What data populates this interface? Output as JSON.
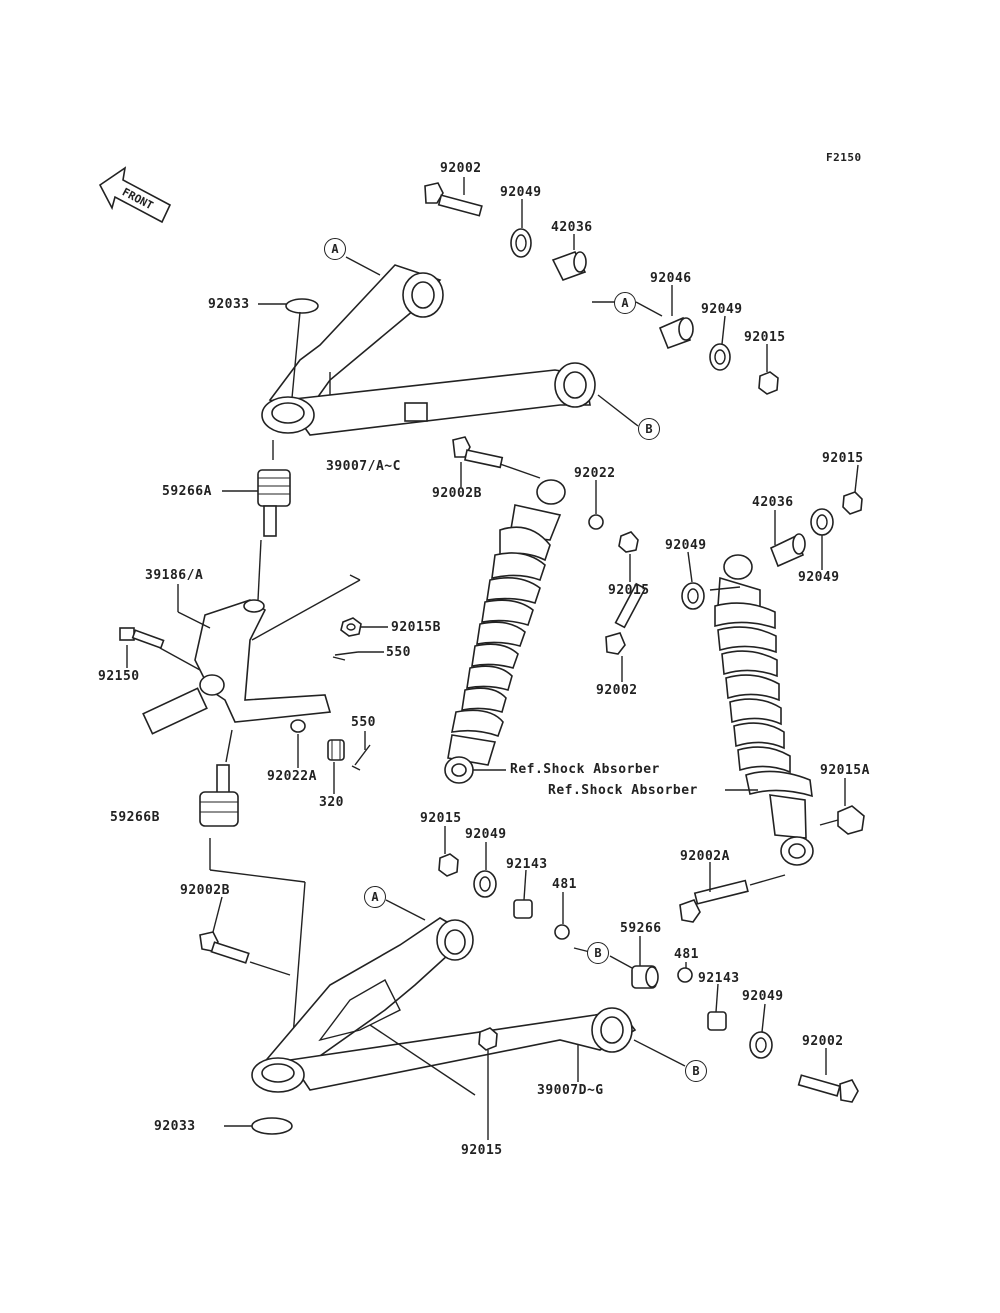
{
  "figure_code": "F2150",
  "front_arrow": {
    "text": "FRONT"
  },
  "circle_markers": [
    {
      "id": "A"
    },
    {
      "id": "A"
    },
    {
      "id": "B"
    },
    {
      "id": "A"
    },
    {
      "id": "B"
    },
    {
      "id": "B"
    }
  ],
  "labels": {
    "l92002_top": "92002",
    "l92049_top": "92049",
    "l42036_top": "42036",
    "l92046": "92046",
    "l92049_mid": "92049",
    "l92015_top": "92015",
    "l92033_top": "92033",
    "l39007_top": "39007/A~C",
    "l59266A": "59266A",
    "l92002B_mid": "92002B",
    "l92022": "92022",
    "l92015_right": "92015",
    "l42036_right": "42036",
    "l92049_shock2a": "92049",
    "l92049_shock2b": "92049",
    "l92015_shock1": "92015",
    "l39186": "39186/A",
    "l92015B": "92015B",
    "l550_a": "550",
    "l92150": "92150",
    "l92002_mid": "92002",
    "l550_b": "550",
    "l92022A": "92022A",
    "l320": "320",
    "l_ref_shock_1": "Ref.Shock Absorber",
    "l_ref_shock_2": "Ref.Shock Absorber",
    "l92015A": "92015A",
    "l59266B": "59266B",
    "l92015_low": "92015",
    "l92049_low": "92049",
    "l92143_a": "92143",
    "l481_a": "481",
    "l92002A": "92002A",
    "l92002B_low": "92002B",
    "l59266": "59266",
    "l481_b": "481",
    "l92143_b": "92143",
    "l92049_low2": "92049",
    "l92002_low": "92002",
    "l39007_low": "39007D~G",
    "l92033_low": "92033",
    "l92015_bottom": "92015"
  }
}
